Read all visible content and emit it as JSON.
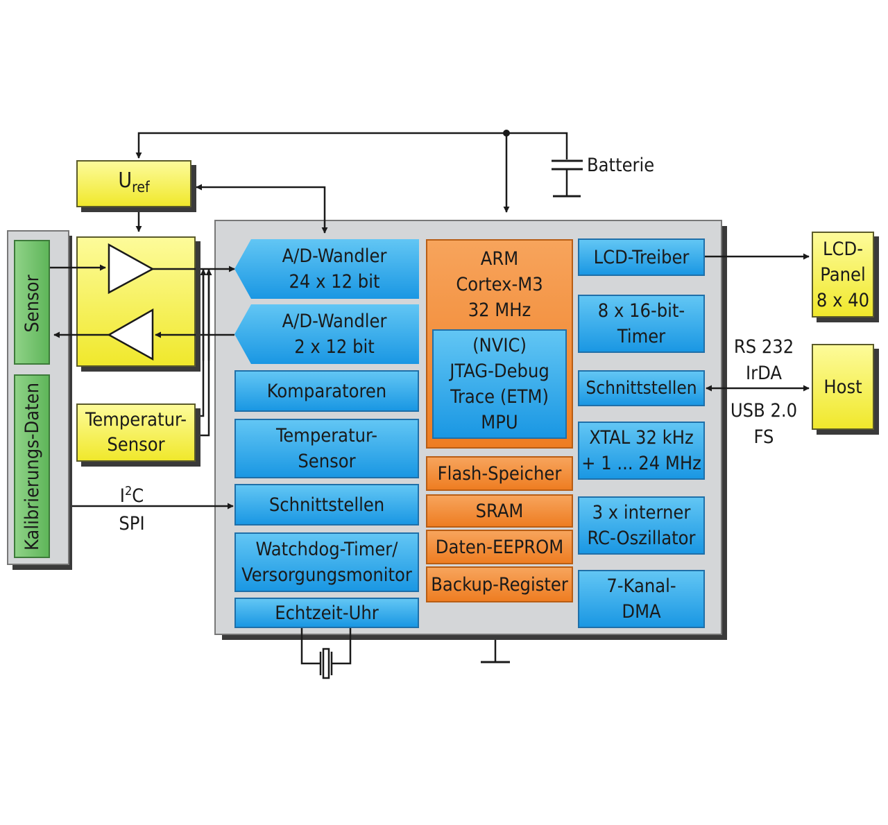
{
  "battery": {
    "label": "Batterie"
  },
  "uref": {
    "main": "U",
    "sub": "ref"
  },
  "temp_sensor_external": {
    "line1": "Temperatur-",
    "line2": "Sensor"
  },
  "left_panel": {
    "sensor": "Sensor",
    "calibration": "Kalibrierungs-Daten"
  },
  "mcu_left": {
    "adc1": {
      "line1": "A/D-Wandler",
      "line2": "24 x 12 bit"
    },
    "adc2": {
      "line1": "A/D-Wandler",
      "line2": "2 x 12 bit"
    },
    "comparators": "Komparatoren",
    "temp_sensor": {
      "line1": "Temperatur-",
      "line2": "Sensor"
    },
    "interfaces": "Schnittstellen",
    "watchdog": {
      "line1": "Watchdog-Timer/",
      "line2": "Versorgungsmonitor"
    },
    "rtc": "Echtzeit-Uhr"
  },
  "mcu_center": {
    "core": {
      "line1": "ARM",
      "line2": "Cortex-M3",
      "line3": "32 MHz"
    },
    "nvic": {
      "line1": "(NVIC)",
      "line2": "JTAG-Debug",
      "line3": "Trace (ETM)",
      "line4": "MPU"
    },
    "flash": "Flash-Speicher",
    "sram": "SRAM",
    "eeprom": "Daten-EEPROM",
    "backup": "Backup-Register"
  },
  "mcu_right": {
    "lcd_driver": "LCD-Treiber",
    "timer": {
      "line1": "8 x 16-bit-",
      "line2": "Timer"
    },
    "interfaces": "Schnittstellen",
    "xtal": {
      "line1": "XTAL 32 kHz",
      "line2": "+ 1 ... 24 MHz"
    },
    "rc_osc": {
      "line1": "3 x interner",
      "line2": "RC-Oszillator"
    },
    "dma": {
      "line1": "7-Kanal-",
      "line2": "DMA"
    }
  },
  "lcd_panel": {
    "line1": "LCD-",
    "line2": "Panel",
    "line3": "8 x 40"
  },
  "host": {
    "label": "Host"
  },
  "bus_labels": {
    "i2c_main": "I",
    "i2c_sup": "2",
    "i2c_tail": "C",
    "spi": "SPI",
    "rs232": "RS 232",
    "irda": "IrDA",
    "usb": "USB 2.0",
    "fs": "FS"
  },
  "colors": {
    "blue_block": "#1a97e3",
    "orange_block": "#ee7d22",
    "yellow_block": "#f0e82c",
    "green_block": "#5fb65a",
    "mcu_frame": "#d4d6d8"
  }
}
